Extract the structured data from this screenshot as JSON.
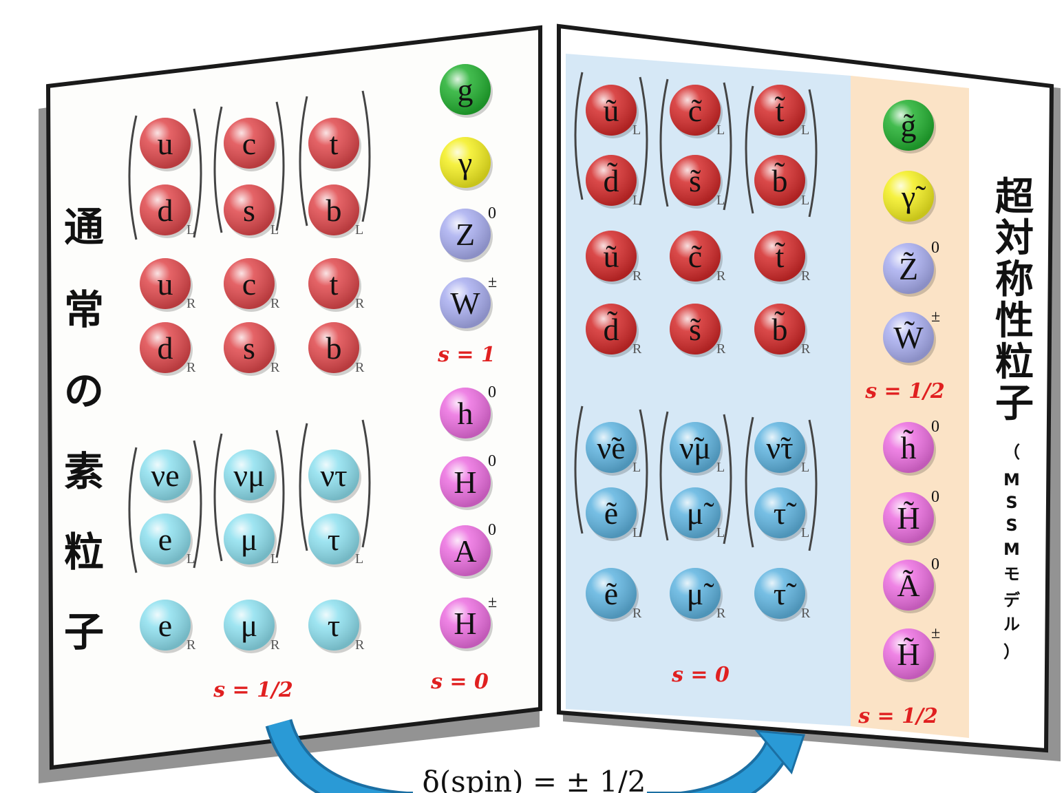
{
  "left_title_chars": [
    "通",
    "常",
    "の",
    "素",
    "粒",
    "子"
  ],
  "right_title_chars": [
    "超",
    "対",
    "称",
    "性",
    "粒",
    "子"
  ],
  "right_subtitle_chars": [
    "（",
    "M",
    "S",
    "S",
    "M",
    "モ",
    "デ",
    "ル",
    "）"
  ],
  "spin_labels": {
    "left_fermions": "s = 1/2",
    "left_gauge": "s = 1",
    "left_higgs": "s = 0",
    "right_sfermions": "s = 0",
    "right_gauginos": "s = 1/2",
    "right_higgsinos": "s = 1/2"
  },
  "arrow_label": "δ(spin) = ± 1/2",
  "colors": {
    "quark": "#e0484c",
    "lepton": "#8ee0ef",
    "gluon": "#22b030",
    "photon": "#f4ef20",
    "zw": "#a9aef0",
    "higgs": "#ec6ee0",
    "squark": "#d42a2a",
    "slepton": "#5fb4e0",
    "panel_blue": "#d6e8f6",
    "panel_peach": "#fbe3c6",
    "spin_red": "#e02020",
    "arrow": "#2a8ec8"
  },
  "left_particles": {
    "quarks_L": [
      {
        "name": "u",
        "sub": ""
      },
      {
        "name": "c",
        "sub": ""
      },
      {
        "name": "t",
        "sub": ""
      },
      {
        "name": "d",
        "sub": "L"
      },
      {
        "name": "s",
        "sub": "L"
      },
      {
        "name": "b",
        "sub": "L"
      }
    ],
    "quarks_R": [
      {
        "name": "u",
        "sub": "R"
      },
      {
        "name": "c",
        "sub": "R"
      },
      {
        "name": "t",
        "sub": "R"
      },
      {
        "name": "d",
        "sub": "R"
      },
      {
        "name": "s",
        "sub": "R"
      },
      {
        "name": "b",
        "sub": "R"
      }
    ],
    "leptons_L": [
      {
        "name": "νe",
        "sub": ""
      },
      {
        "name": "νμ",
        "sub": ""
      },
      {
        "name": "ντ",
        "sub": ""
      },
      {
        "name": "e",
        "sub": "L"
      },
      {
        "name": "μ",
        "sub": "L"
      },
      {
        "name": "τ",
        "sub": "L"
      }
    ],
    "leptons_R": [
      {
        "name": "e",
        "sub": "R"
      },
      {
        "name": "μ",
        "sub": "R"
      },
      {
        "name": "τ",
        "sub": "R"
      }
    ],
    "bosons": [
      {
        "name": "g",
        "sup": "",
        "kind": "gluon"
      },
      {
        "name": "γ",
        "sup": "",
        "kind": "photon"
      },
      {
        "name": "Z",
        "sup": "0",
        "kind": "zw"
      },
      {
        "name": "W",
        "sup": "±",
        "kind": "zw"
      },
      {
        "name": "h",
        "sup": "0",
        "kind": "higgs"
      },
      {
        "name": "H",
        "sup": "0",
        "kind": "higgs"
      },
      {
        "name": "A",
        "sup": "0",
        "kind": "higgs"
      },
      {
        "name": "H",
        "sup": "±",
        "kind": "higgs"
      }
    ]
  },
  "right_particles": {
    "squarks_L": [
      {
        "name": "ũ",
        "sub": "L"
      },
      {
        "name": "c̃",
        "sub": "L"
      },
      {
        "name": "t̃",
        "sub": "L"
      },
      {
        "name": "d̃",
        "sub": "L"
      },
      {
        "name": "s̃",
        "sub": "L"
      },
      {
        "name": "b̃",
        "sub": "L"
      }
    ],
    "squarks_R": [
      {
        "name": "ũ",
        "sub": "R"
      },
      {
        "name": "c̃",
        "sub": "R"
      },
      {
        "name": "t̃",
        "sub": "R"
      },
      {
        "name": "d̃",
        "sub": "R"
      },
      {
        "name": "s̃",
        "sub": "R"
      },
      {
        "name": "b̃",
        "sub": "R"
      }
    ],
    "sleptons_L": [
      {
        "name": "ν̃e",
        "sub": "L"
      },
      {
        "name": "ν̃μ",
        "sub": "L"
      },
      {
        "name": "ν̃τ",
        "sub": "L"
      },
      {
        "name": "ẽ",
        "sub": "L"
      },
      {
        "name": "μ̃",
        "sub": "L"
      },
      {
        "name": "τ̃",
        "sub": "L"
      }
    ],
    "sleptons_R": [
      {
        "name": "ẽ",
        "sub": "R"
      },
      {
        "name": "μ̃",
        "sub": "R"
      },
      {
        "name": "τ̃",
        "sub": "R"
      }
    ],
    "inos": [
      {
        "name": "g̃",
        "sup": "",
        "kind": "gluon"
      },
      {
        "name": "γ̃",
        "sup": "",
        "kind": "photon"
      },
      {
        "name": "Z̃",
        "sup": "0",
        "kind": "zw"
      },
      {
        "name": "W̃",
        "sup": "±",
        "kind": "zw"
      },
      {
        "name": "h̃",
        "sup": "0",
        "kind": "higgs"
      },
      {
        "name": "H̃",
        "sup": "0",
        "kind": "higgs"
      },
      {
        "name": "Ã",
        "sup": "0",
        "kind": "higgs"
      },
      {
        "name": "H̃",
        "sup": "±",
        "kind": "higgs"
      }
    ]
  }
}
